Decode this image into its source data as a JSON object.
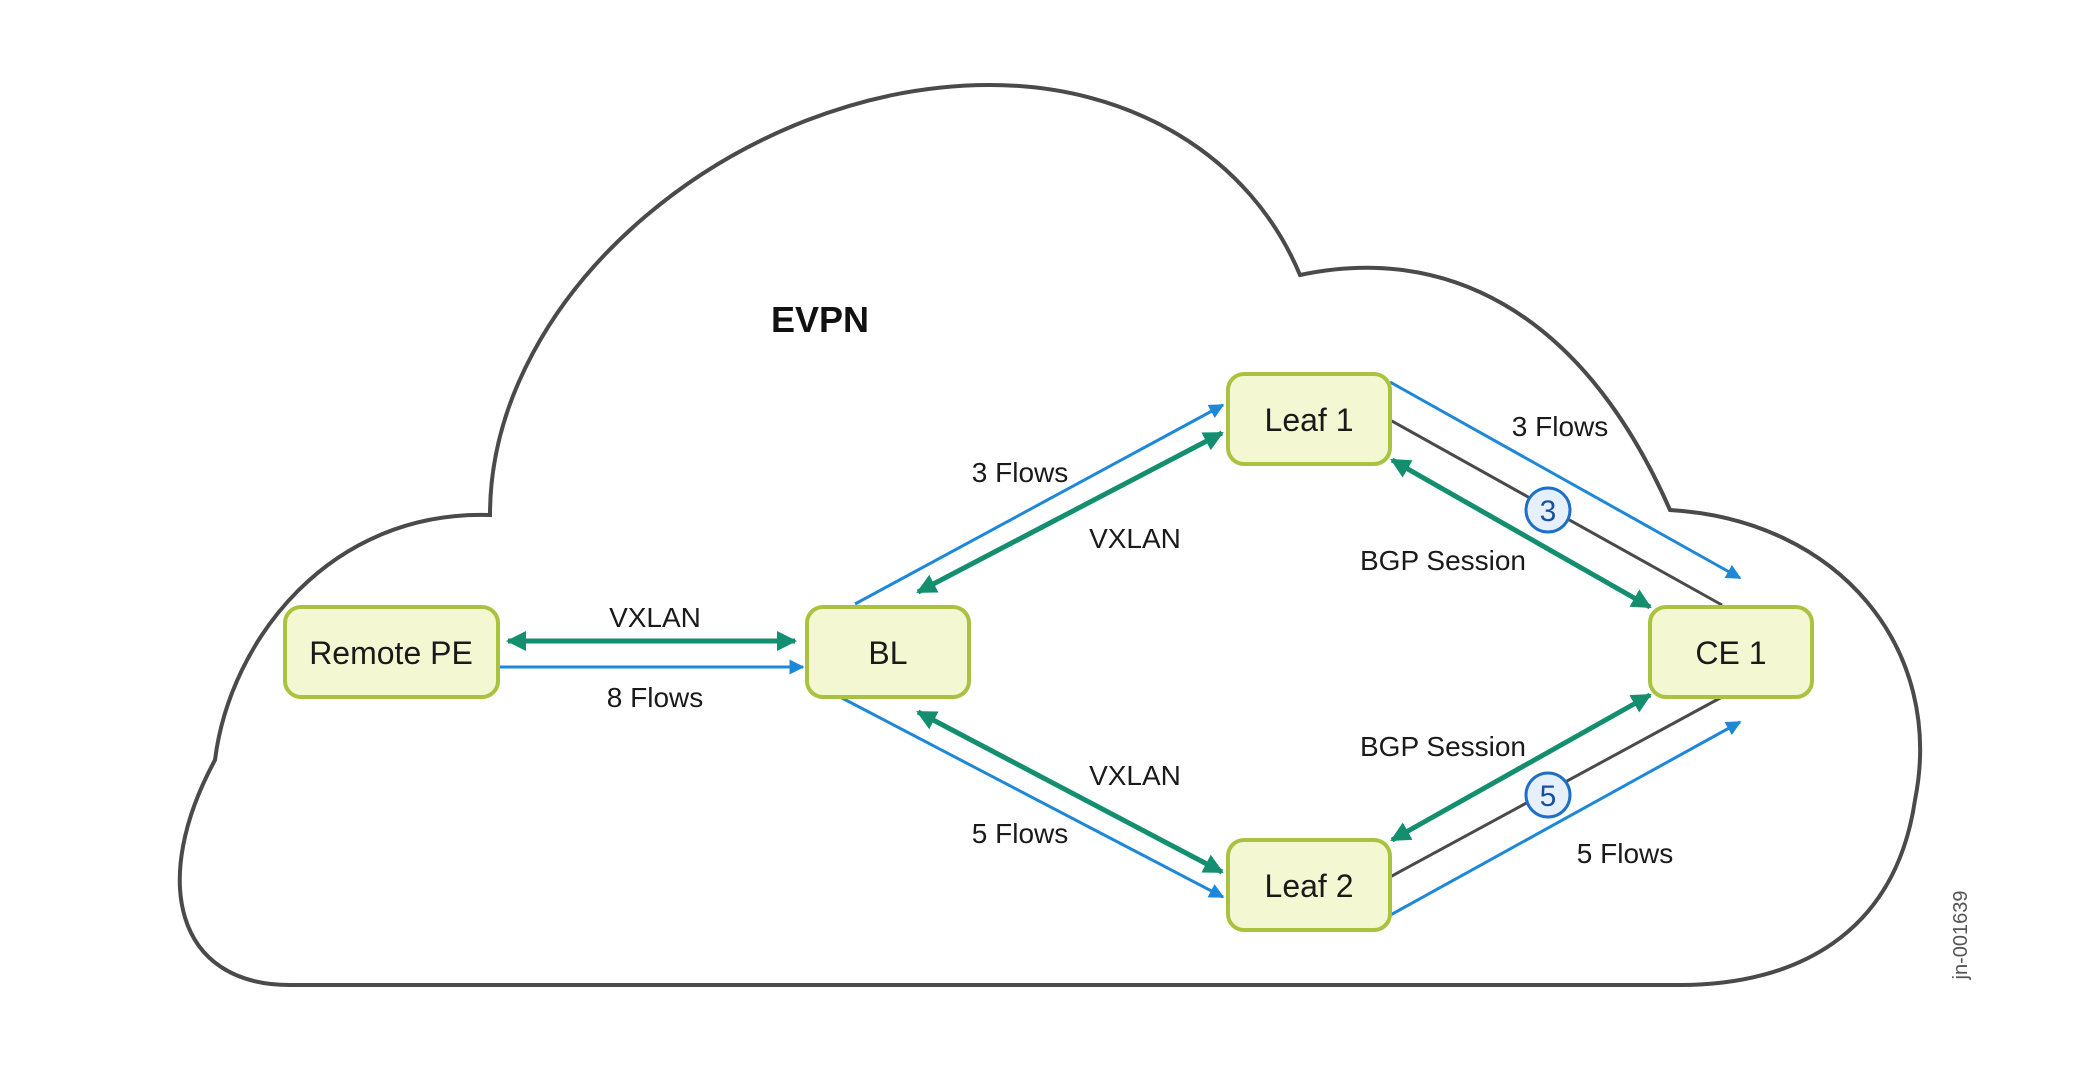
{
  "diagram": {
    "title": "EVPN",
    "figure_id": "jn-001639",
    "colors": {
      "cloud_stroke": "#4a4a4a",
      "node_fill": "#f4f8d2",
      "node_stroke": "#a9c23f",
      "flow_blue": "#1e88d8",
      "vxlan_green": "#138f70",
      "link_gray": "#4a4a4a",
      "badge_fill": "#e6f0fb",
      "badge_stroke": "#1e6fc8"
    },
    "nodes": [
      {
        "id": "remote_pe",
        "label": "Remote PE"
      },
      {
        "id": "bl",
        "label": "BL"
      },
      {
        "id": "leaf1",
        "label": "Leaf 1"
      },
      {
        "id": "leaf2",
        "label": "Leaf 2"
      },
      {
        "id": "ce1",
        "label": "CE 1"
      }
    ],
    "edge_labels": {
      "pe_bl_vxlan": "VXLAN",
      "pe_bl_flows": "8 Flows",
      "bl_leaf1_flows": "3 Flows",
      "bl_leaf1_vxlan": "VXLAN",
      "bl_leaf2_vxlan": "VXLAN",
      "bl_leaf2_flows": "5 Flows",
      "leaf1_ce1_flows": "3 Flows",
      "leaf1_ce1_bgp": "BGP Session",
      "leaf2_ce1_bgp": "BGP Session",
      "leaf2_ce1_flows": "5 Flows"
    },
    "badges": {
      "top": "3",
      "bottom": "5"
    }
  }
}
